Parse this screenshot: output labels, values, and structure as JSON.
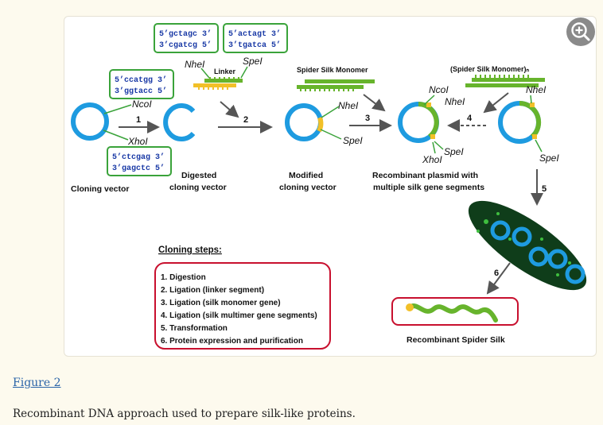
{
  "zoom_icon": "zoom-in-magnifier-icon",
  "colors": {
    "vector": "#1e9be0",
    "green": "#67b42c",
    "yellow": "#f2c028",
    "red_box": "#c8102e",
    "seq_box": "#3aa33a",
    "seq_text": "#1a3aa6",
    "cell": "#0f3d1a"
  },
  "seq_boxes": {
    "nhe_top": [
      "5’gctagc 3’",
      "3’cgatcg 5’"
    ],
    "spe_top": [
      "5’actagt 3’",
      "3’tgatca 5’"
    ],
    "nco": [
      "5’ccatgg 3’",
      "3’ggtacc 5’"
    ],
    "xho": [
      "5’ctcgag 3’",
      "3’gagctc 5’"
    ]
  },
  "labels": {
    "ncol_1": "NcoI",
    "xhol_1": "XhoI",
    "nhel_linker": "NheI",
    "linker": "Linker",
    "spel_linker": "SpeI",
    "spider_monomer": "Spider Silk Monomer",
    "nhel_mod": "NheI",
    "spel_mod": "SpeI",
    "spider_monomer_n": "(Spider Silk Monomer)ₙ",
    "ncol_rec": "NcoI",
    "nhel_rec": "NheI",
    "spel_rec": "SpeI",
    "xhol_rec": "XhoI",
    "nhel_final": "NheI",
    "spel_final": "SpeI"
  },
  "step_numbers": [
    "1",
    "2",
    "3",
    "4",
    "5",
    "6"
  ],
  "stage_labels": {
    "cloning_vector": "Cloning vector",
    "digested": [
      "Digested",
      "cloning vector"
    ],
    "modified": [
      "Modified",
      "cloning vector"
    ],
    "recombinant": [
      "Recombinant plasmid with",
      "multiple silk gene segments"
    ],
    "spider_silk": "Recombinant Spider Silk"
  },
  "cloning_steps": {
    "title": "Cloning steps:",
    "items": [
      "1. Digestion",
      "2. Ligation (linker segment)",
      "3. Ligation (silk monomer gene)",
      "4. Ligation (silk multimer gene segments)",
      "5. Transformation",
      "6. Protein expression and purification"
    ]
  },
  "caption": {
    "link": "Figure 2",
    "text": "Recombinant DNA approach used to prepare silk-like proteins."
  }
}
